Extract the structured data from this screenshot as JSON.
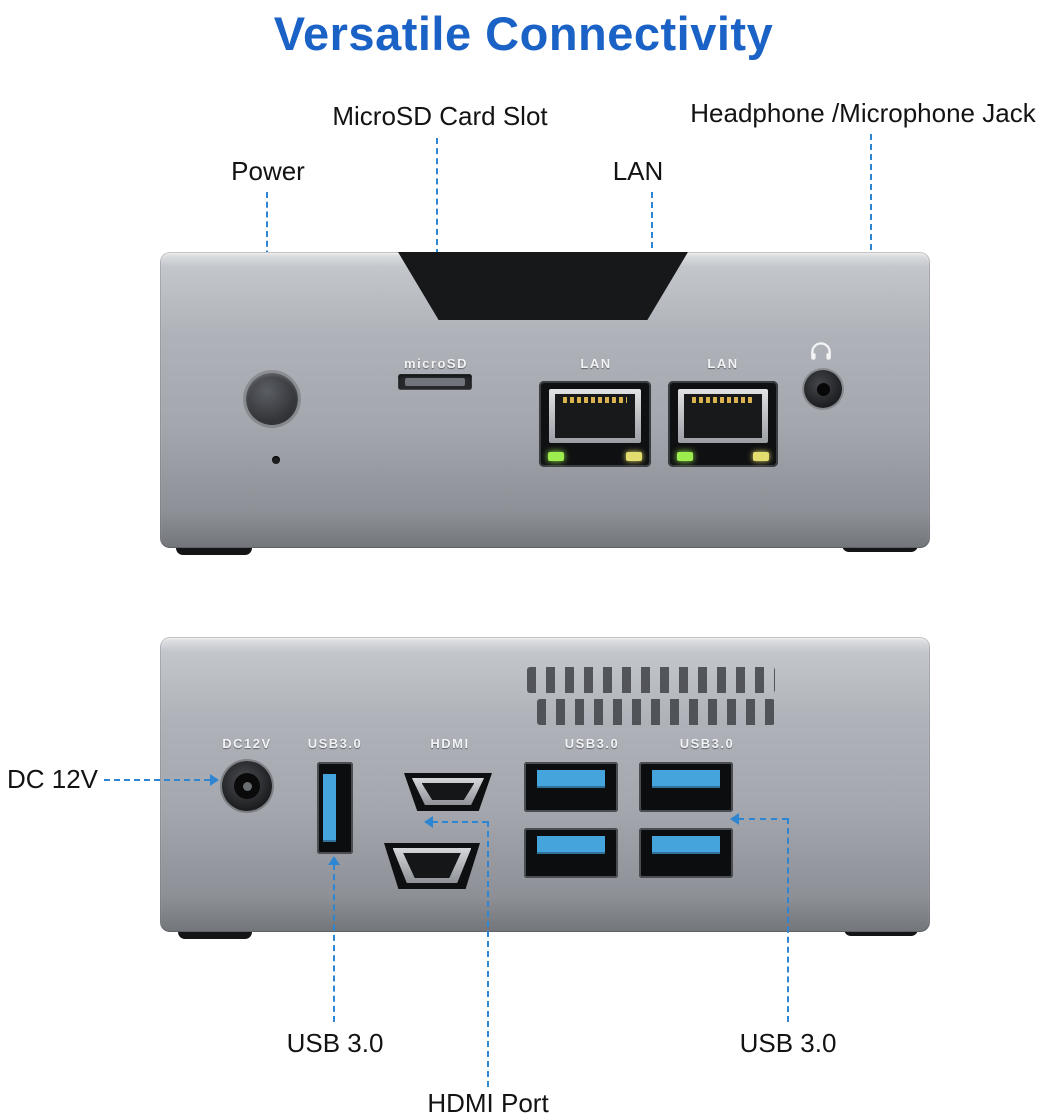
{
  "title": "Versatile Connectivity",
  "colors": {
    "title_blue": "#1b62c6",
    "leader_line_blue": "#2e86d2",
    "usb_blue": "#46a4dc",
    "device_silver": "#a4a8ae"
  },
  "callouts": {
    "microsd": "MicroSD Card Slot",
    "headphone": "Headphone /Microphone Jack",
    "power": "Power",
    "lan": "LAN",
    "dc12v": "DC 12V",
    "usb3_left": "USB 3.0",
    "usb3_right": "USB 3.0",
    "hdmi": "HDMI Port"
  },
  "back_panel": {
    "microsd_print": "microSD",
    "lan1_print": "LAN",
    "lan2_print": "LAN"
  },
  "rear_panel": {
    "dc_print": "DC12V",
    "usb_single_print": "USB3.0",
    "hdmi_print": "HDMI",
    "usb_group1_print": "USB3.0",
    "usb_group2_print": "USB3.0"
  },
  "icons": {
    "headphone_jack_icon": "headphones"
  }
}
